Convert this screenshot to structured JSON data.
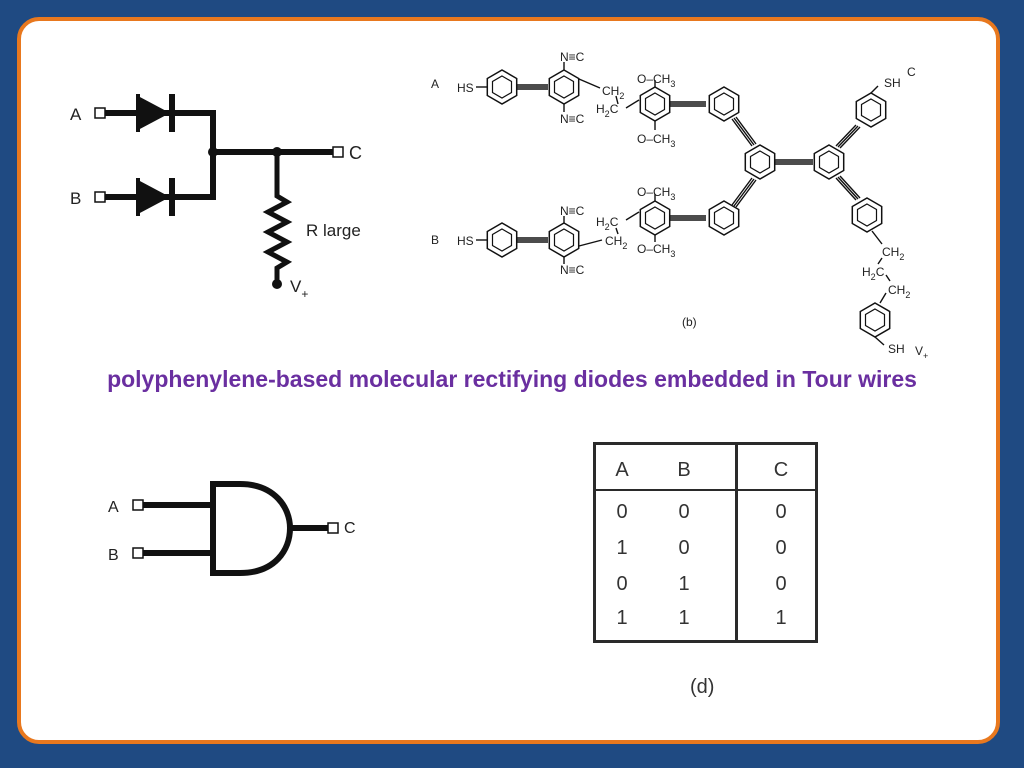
{
  "caption": "polyphenylene-based molecular rectifying diodes embedded in Tour wires",
  "diode_circuit": {
    "input_a": "A",
    "input_b": "B",
    "output_c": "C",
    "resistor_label": "R large",
    "supply": "V",
    "supply_sub": "+"
  },
  "molecule": {
    "panel_label": "(b)",
    "row_a": "A",
    "row_b": "B",
    "output": "C",
    "supply": "V",
    "supply_sub": "+",
    "thiol_left_a": "HS",
    "thiol_left_b": "HS",
    "thiol_top_right": "SH",
    "thiol_bottom_right": "SH",
    "nitrile": "N≡C",
    "methoxy": "O–CH",
    "methoxy_sub": "3",
    "methylene": "CH",
    "methylene_sub": "2",
    "methylene_rev": "H",
    "methylene_rev_tail": "C"
  },
  "gate": {
    "input_a": "A",
    "input_b": "B",
    "output_c": "C"
  },
  "truth_table": {
    "headers": [
      "A",
      "B",
      "C"
    ],
    "rows": [
      [
        "0",
        "0",
        "0"
      ],
      [
        "1",
        "0",
        "0"
      ],
      [
        "0",
        "1",
        "0"
      ],
      [
        "1",
        "1",
        "1"
      ]
    ],
    "panel_label": "(d)"
  },
  "colors": {
    "background": "#1f4a82",
    "frame": "#e8781e",
    "caption": "#6a2fa0"
  }
}
